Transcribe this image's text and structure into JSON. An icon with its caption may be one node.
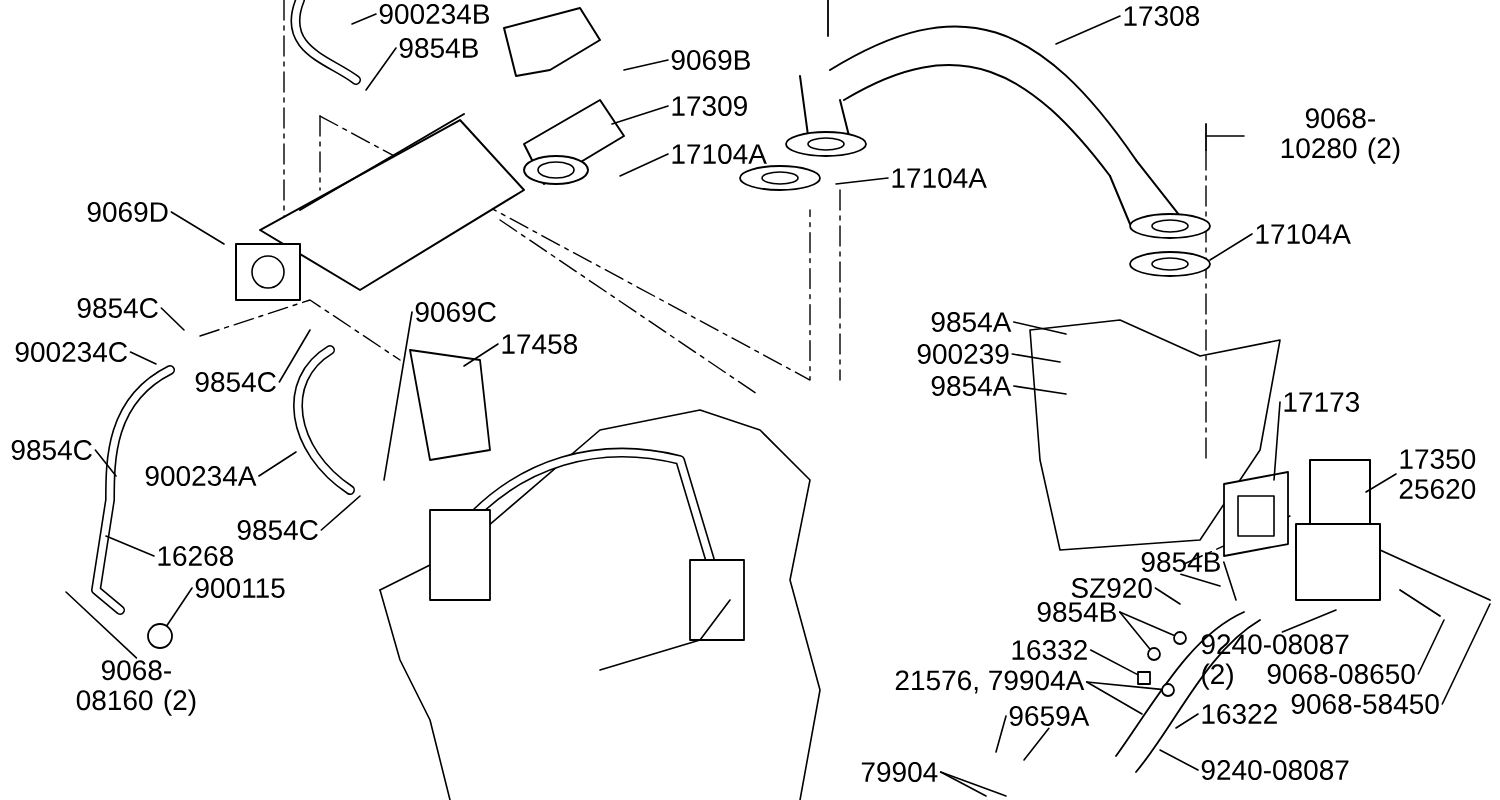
{
  "diagram": {
    "nodes": [
      {
        "text": [
          "900234B"
        ]
      },
      {
        "text": [
          "17308"
        ]
      },
      {
        "text": [
          "9854B"
        ]
      },
      {
        "text": [
          "9069B"
        ]
      },
      {
        "text": [
          "17309"
        ]
      },
      {
        "text": [
          "17104A"
        ]
      },
      {
        "text": [
          "17104A"
        ]
      },
      {
        "text": [
          "9068-10280 (2)"
        ]
      },
      {
        "text": [
          "17104A"
        ]
      },
      {
        "text": [
          "9069D"
        ]
      },
      {
        "text": [
          "9854C"
        ]
      },
      {
        "text": [
          "900234C"
        ]
      },
      {
        "text": [
          "9854C"
        ]
      },
      {
        "text": [
          "9069C"
        ]
      },
      {
        "text": [
          "17458"
        ]
      },
      {
        "text": [
          "9854A"
        ]
      },
      {
        "text": [
          "900239"
        ]
      },
      {
        "text": [
          "9854A"
        ]
      },
      {
        "text": [
          "17173"
        ]
      },
      {
        "text": [
          "17350 25620"
        ]
      },
      {
        "text": [
          "9854C"
        ]
      },
      {
        "text": [
          "900234A"
        ]
      },
      {
        "text": [
          "16268"
        ]
      },
      {
        "text": [
          "900115"
        ]
      },
      {
        "text": [
          "9068-08160 (2)"
        ]
      },
      {
        "text": [
          "9854C"
        ]
      },
      {
        "text": [
          "9854B"
        ]
      },
      {
        "text": [
          "SZ920"
        ]
      },
      {
        "text": [
          "9854B"
        ]
      },
      {
        "text": [
          "16332"
        ]
      },
      {
        "text": [
          "21576, 79904A"
        ]
      },
      {
        "text": [
          "9240-08087 (2)"
        ]
      },
      {
        "text": [
          "16322"
        ]
      },
      {
        "text": [
          "9068-08650"
        ]
      },
      {
        "text": [
          "9068-58450"
        ]
      },
      {
        "text": [
          "9659A"
        ]
      },
      {
        "text": [
          "79904"
        ]
      },
      {
        "text": [
          "9240-08087"
        ]
      },
      {
        "text": [],
        "shape": "circle"
      },
      {
        "text": [],
        "shape": "circle"
      },
      {
        "text": [],
        "shape": "circle"
      },
      {
        "text": [],
        "shape": "circle"
      },
      {
        "text": [],
        "shape": "box"
      }
    ],
    "edges": [
      {
        "from": 0,
        "to": null,
        "arrow": "none"
      },
      {
        "from": 1,
        "to": null,
        "arrow": "none"
      },
      {
        "from": 2,
        "to": null,
        "arrow": "none"
      },
      {
        "from": 3,
        "to": null,
        "arrow": "none"
      },
      {
        "from": 4,
        "to": null,
        "arrow": "none"
      },
      {
        "from": 5,
        "to": null,
        "arrow": "none"
      },
      {
        "from": 6,
        "to": null,
        "arrow": "none"
      },
      {
        "from": 7,
        "to": null,
        "arrow": "none"
      },
      {
        "from": 8,
        "to": null,
        "arrow": "none"
      },
      {
        "from": 9,
        "to": null,
        "arrow": "none"
      },
      {
        "from": 10,
        "to": null,
        "arrow": "none"
      },
      {
        "from": 11,
        "to": null,
        "arrow": "none"
      },
      {
        "from": 12,
        "to": null,
        "arrow": "none"
      },
      {
        "from": 13,
        "to": null,
        "arrow": "none"
      },
      {
        "from": 14,
        "to": null,
        "arrow": "none"
      },
      {
        "from": 15,
        "to": null,
        "arrow": "none"
      },
      {
        "from": 16,
        "to": null,
        "arrow": "none"
      },
      {
        "from": 17,
        "to": null,
        "arrow": "none"
      },
      {
        "from": 18,
        "to": null,
        "arrow": "none"
      },
      {
        "from": 19,
        "to": null,
        "arrow": "none"
      },
      {
        "from": 20,
        "to": null,
        "arrow": "none"
      },
      {
        "from": 21,
        "to": null,
        "arrow": "none"
      },
      {
        "from": 22,
        "to": null,
        "arrow": "none"
      },
      {
        "from": 23,
        "to": 38,
        "arrow": "none"
      },
      {
        "from": 24,
        "to": null,
        "arrow": "none"
      },
      {
        "from": 25,
        "to": null,
        "arrow": "none"
      },
      {
        "from": 26,
        "to": null,
        "arrow": "none"
      },
      {
        "from": 26,
        "to": null,
        "arrow": "none"
      },
      {
        "from": 27,
        "to": null,
        "arrow": "none"
      },
      {
        "from": 28,
        "to": 41,
        "arrow": "none"
      },
      {
        "from": 28,
        "to": 39,
        "arrow": "none"
      },
      {
        "from": 29,
        "to": 42,
        "arrow": "none"
      },
      {
        "from": 30,
        "to": null,
        "arrow": "none"
      },
      {
        "from": 30,
        "to": 40,
        "arrow": "none"
      },
      {
        "from": 31,
        "to": null,
        "arrow": "none"
      },
      {
        "from": 32,
        "to": null,
        "arrow": "none"
      },
      {
        "from": 33,
        "to": null,
        "arrow": "none"
      },
      {
        "from": 34,
        "to": null,
        "arrow": "none"
      },
      {
        "from": 35,
        "to": null,
        "arrow": "none"
      },
      {
        "from": 35,
        "to": null,
        "arrow": "none"
      },
      {
        "from": 36,
        "to": null,
        "arrow": "none"
      },
      {
        "from": 36,
        "to": null,
        "arrow": "none"
      },
      {
        "from": 37,
        "to": null,
        "arrow": "none"
      }
    ]
  }
}
